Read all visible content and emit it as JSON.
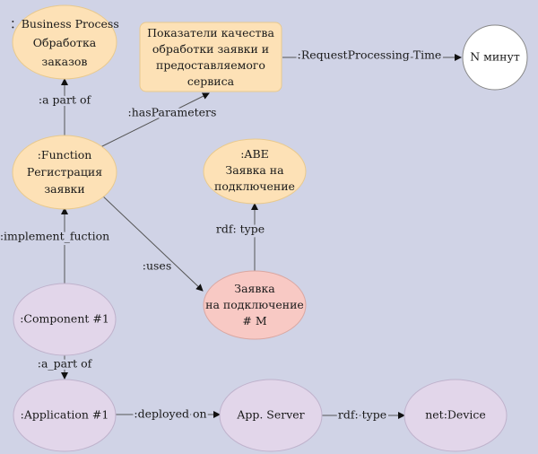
{
  "colors": {
    "background": "#d0d3e6",
    "orange_node": "#fde1b6",
    "orange_stroke": "#e8c98e",
    "purple_node": "#e2d6ea",
    "purple_stroke": "#bfb2cc",
    "red_node": "#f8c9c4",
    "white_node": "#ffffff"
  },
  "nodes": {
    "business_process": [
      "：Business Process",
      "Обработка",
      "заказов"
    ],
    "quality_box": [
      "Показатели качества",
      "обработки заявки и",
      "предоставляемого",
      "сервиса"
    ],
    "n_minutes": [
      "N минут"
    ],
    "function": [
      ":Function",
      "Регистрация",
      "заявки"
    ],
    "abe": [
      ":ABE",
      "Заявка на",
      "подключение"
    ],
    "request_m": [
      "Заявка",
      "на подключение",
      "# M"
    ],
    "component": [
      ":Component #1"
    ],
    "application": [
      ":Application #1"
    ],
    "app_server": [
      "App. Server"
    ],
    "net_device": [
      "net:Device"
    ]
  },
  "edges": {
    "a_part_of_top": ":a part of",
    "has_parameters": ":hasParameters",
    "request_processing_time": ":RequestProcessing Time",
    "implement_function": ":implement_fuction",
    "uses": ":uses",
    "rdf_type_abe": "rdf: type",
    "a_part_of_bottom": ":a_part of",
    "deployed_on": ":deployed on",
    "rdf_type_device": "rdf: type"
  }
}
